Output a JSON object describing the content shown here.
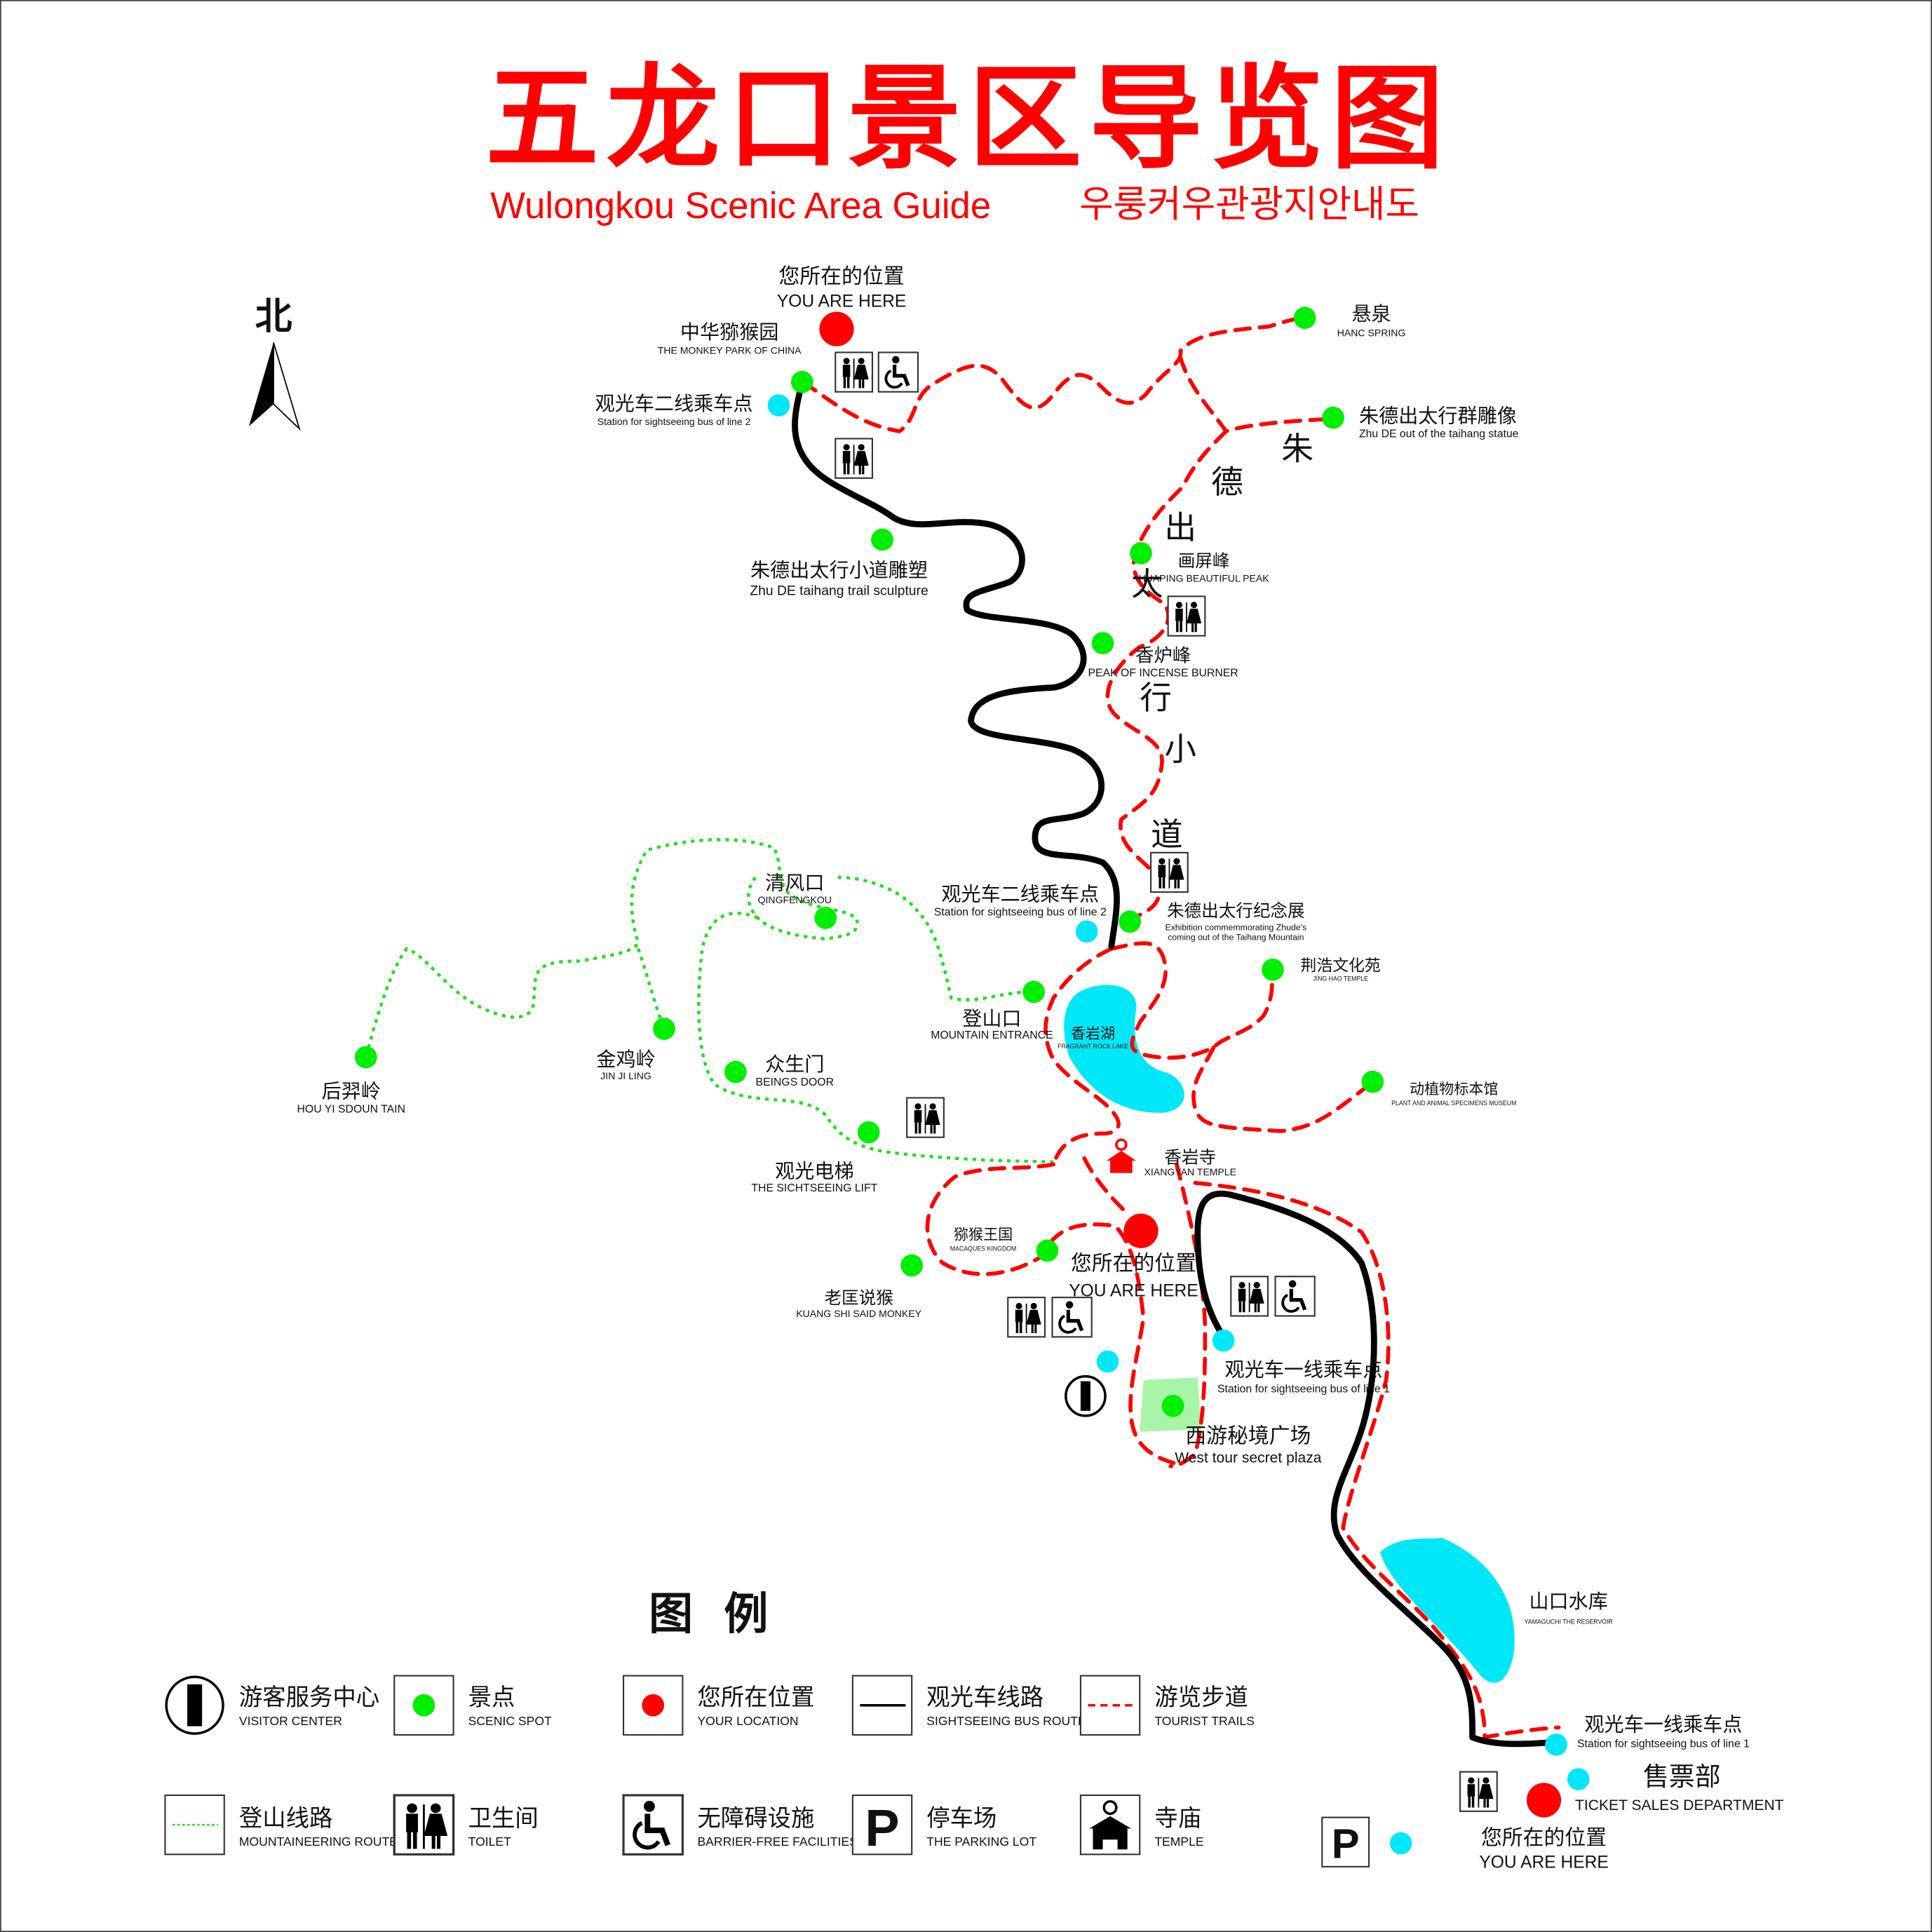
{
  "title": {
    "zh": "五龙口景区导览图",
    "en": "Wulongkou Scenic Area Guide",
    "ko": "우룽커우관광지안내도"
  },
  "north": "北",
  "trail_name_vertical": [
    "朱",
    "德",
    "出",
    "太",
    "行",
    "小",
    "道"
  ],
  "places": {
    "here_top": {
      "zh": "您所在的位置",
      "en": "YOU ARE HERE"
    },
    "monkey_park": {
      "zh": "中华猕猴园",
      "en": "THE MONKEY PARK OF CHINA"
    },
    "bus2_top": {
      "zh": "观光车二线乘车点",
      "en": "Station for sightseeing bus of line 2"
    },
    "hanc_spring": {
      "zh": "悬泉",
      "en": "HANC SPRING"
    },
    "zhude_statue": {
      "zh": "朱德出太行群雕像",
      "en": "Zhu DE out of the taihang statue"
    },
    "trail_sculpture": {
      "zh": "朱德出太行小道雕塑",
      "en": "Zhu DE taihang trail sculpture"
    },
    "huaping": {
      "zh": "画屏峰",
      "en": "HUAPING BEAUTIFUL PEAK"
    },
    "incense": {
      "zh": "香炉峰",
      "en": "PEAK OF INCENSE BURNER"
    },
    "qingfengkou": {
      "zh": "清风口",
      "en": "QINGFENGKOU"
    },
    "bus2_mid": {
      "zh": "观光车二线乘车点",
      "en": "Station for sightseeing bus of line 2"
    },
    "exhibition": {
      "zh": "朱德出太行纪念展",
      "en1": "Exhibition commemmorating Zhude's",
      "en2": "coming out of the Taihang Mountain"
    },
    "jinghao": {
      "zh": "荆浩文化苑",
      "en": "JING HAO TEMPLE"
    },
    "entrance": {
      "zh": "登山口",
      "en": "MOUNTAIN ENTRANCE"
    },
    "lake": {
      "zh": "香岩湖",
      "en": "FRAGRANT ROCK LAKE"
    },
    "houyi": {
      "zh": "后羿岭",
      "en": "HOU YI SDOUN TAIN"
    },
    "jinji": {
      "zh": "金鸡岭",
      "en": "JIN JI LING"
    },
    "beings": {
      "zh": "众生门",
      "en": "BEINGS DOOR"
    },
    "museum": {
      "zh": "动植物标本馆",
      "en": "PLANT AND ANIMAL SPECIMENS MUSEUM"
    },
    "lift": {
      "zh": "观光电梯",
      "en": "THE SICHTSEEING LIFT"
    },
    "xiangyan": {
      "zh": "香岩寺",
      "en": "XIANGYAN TEMPLE"
    },
    "macaques": {
      "zh": "猕猴王国",
      "en": "MACAQUES KINGDOM"
    },
    "here_mid": {
      "zh": "您所在的位置",
      "en": "YOU ARE HERE"
    },
    "kuangshi": {
      "zh": "老匡说猴",
      "en": "KUANG SHI SAID MONKEY"
    },
    "bus1_mid": {
      "zh": "观光车一线乘车点",
      "en": "Station for sightseeing bus of line 1"
    },
    "plaza": {
      "zh": "西游秘境广场",
      "en": "West tour secret plaza"
    },
    "reservoir": {
      "zh": "山口水库",
      "en": "YAMAGUCHI THE RESERVOIR"
    },
    "bus1_bottom": {
      "zh": "观光车一线乘车点",
      "en": "Station for sightseeing bus of line 1"
    },
    "ticket": {
      "zh": "售票部",
      "en": "TICKET SALES DEPARTMENT"
    },
    "here_bottom": {
      "zh": "您所在的位置",
      "en": "YOU ARE HERE"
    }
  },
  "legend": {
    "title": "图  例",
    "items": [
      {
        "zh": "游客服务中心",
        "en": "VISITOR CENTER",
        "icon": "info-icon"
      },
      {
        "zh": "景点",
        "en": "SCENIC SPOT",
        "icon": "green-dot-icon"
      },
      {
        "zh": "您所在位置",
        "en": "YOUR LOCATION",
        "icon": "red-dot-icon"
      },
      {
        "zh": "观光车线路",
        "en": "SIGHTSEEING BUS ROUTE",
        "icon": "solid-line-icon"
      },
      {
        "zh": "游览步道",
        "en": "TOURIST TRAILS",
        "icon": "dashed-red-line-icon"
      },
      {
        "zh": "登山线路",
        "en": "MOUNTAINEERING ROUTE",
        "icon": "dotted-green-line-icon"
      },
      {
        "zh": "卫生间",
        "en": "TOILET",
        "icon": "toilet-icon"
      },
      {
        "zh": "无障碍设施",
        "en": "BARRIER-FREE FACILITIES",
        "icon": "wheelchair-icon"
      },
      {
        "zh": "停车场",
        "en": "THE PARKING LOT",
        "icon": "parking-icon"
      },
      {
        "zh": "寺庙",
        "en": "TEMPLE",
        "icon": "temple-icon"
      }
    ]
  },
  "parking_letter": "P",
  "info_letter": "i",
  "colors": {
    "title": "#ff0000",
    "spot": "#00ee00",
    "stop": "#00e8f8",
    "trail": "#ff0000",
    "climb": "#22dd22",
    "plaza": "#a8f5a8"
  }
}
